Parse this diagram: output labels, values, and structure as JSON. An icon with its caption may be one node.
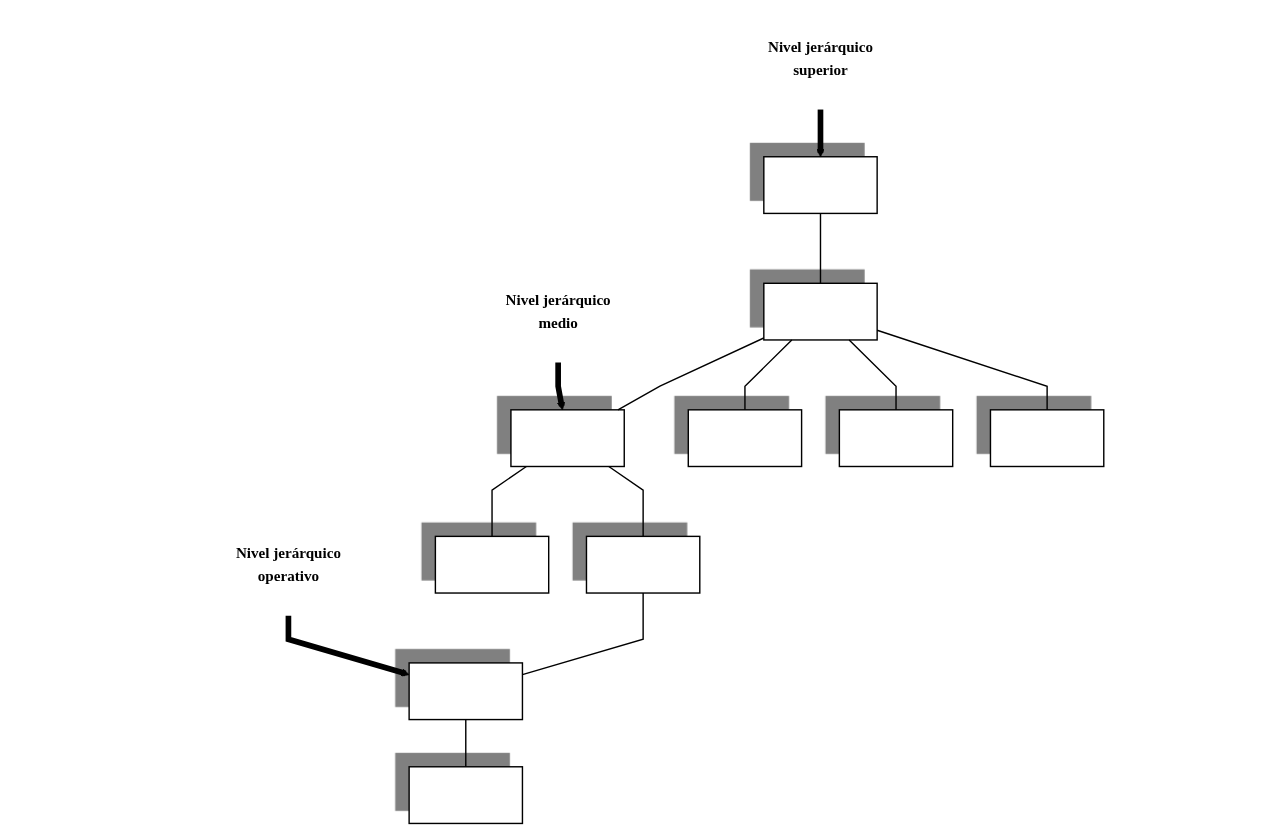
{
  "diagram": {
    "nodes": [
      {
        "text": [
          "Nivel jerárquico",
          "superior"
        ]
      },
      {
        "text": [],
        "shape": "box"
      },
      {
        "text": [],
        "shape": "box"
      },
      {
        "text": [
          "Nivel jerárquico",
          "medio"
        ]
      },
      {
        "text": [],
        "shape": "box"
      },
      {
        "text": [],
        "shape": "box"
      },
      {
        "text": [],
        "shape": "box"
      },
      {
        "text": [],
        "shape": "box"
      },
      {
        "text": [],
        "shape": "box"
      },
      {
        "text": [],
        "shape": "box"
      },
      {
        "text": [
          "Nivel jerárquico",
          "operativo"
        ]
      },
      {
        "text": [],
        "shape": "box"
      },
      {
        "text": [],
        "shape": "box"
      }
    ],
    "edges": [
      {
        "from": 0,
        "to": 1,
        "arrow": "to",
        "style": "thick"
      },
      {
        "from": 1,
        "to": 2,
        "arrow": "none"
      },
      {
        "from": 2,
        "to": 4,
        "arrow": "none"
      },
      {
        "from": 2,
        "to": 5,
        "arrow": "none"
      },
      {
        "from": 2,
        "to": 6,
        "arrow": "none"
      },
      {
        "from": 2,
        "to": 7,
        "arrow": "none"
      },
      {
        "from": 3,
        "to": 4,
        "arrow": "to",
        "style": "thick"
      },
      {
        "from": 4,
        "to": 8,
        "arrow": "none"
      },
      {
        "from": 4,
        "to": 9,
        "arrow": "none"
      },
      {
        "from": 8,
        "to": 11,
        "arrow": "none"
      },
      {
        "from": 10,
        "to": 11,
        "arrow": "to",
        "style": "thick"
      },
      {
        "from": 11,
        "to": 12,
        "arrow": "none"
      }
    ]
  }
}
